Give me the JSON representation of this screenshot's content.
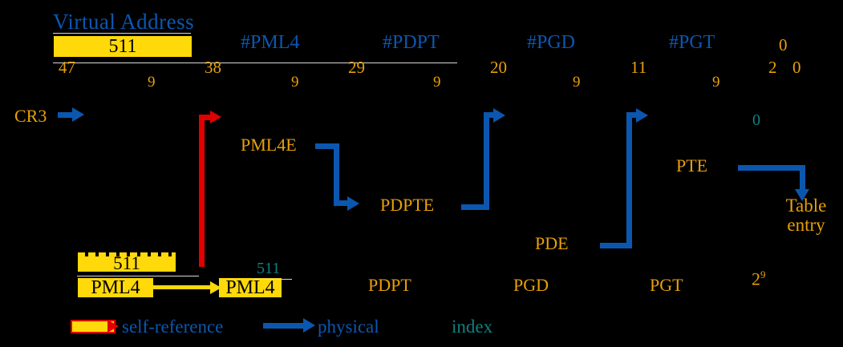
{
  "diagram": {
    "title": "Virtual Address",
    "address_box_value": "511",
    "bit_positions": [
      "47",
      "38",
      "29",
      "20",
      "11",
      "0"
    ],
    "bit_low": "2",
    "bit_low2": "0",
    "field_widths": [
      "9",
      "9",
      "9",
      "9",
      "9"
    ],
    "field_names": [
      "#PML4",
      "#PDPT",
      "#PGD",
      "#PGT"
    ],
    "registers": {
      "cr3": "CR3"
    },
    "entries": [
      "PML4E",
      "PDPTE",
      "PDE",
      "PTE"
    ],
    "tables": [
      "PML4",
      "PDPT",
      "PGD",
      "PGT"
    ],
    "self_ref_box": "511",
    "self_ref_table_left": "PML4",
    "self_ref_table_right": "PML4",
    "index_labels": {
      "self_ref": "511",
      "zero": "0"
    },
    "result": {
      "line1": "Table",
      "line2": "entry"
    },
    "entry_count": "2",
    "entry_count_exp": "9",
    "legend": {
      "self_reference": "self-reference",
      "physical": "physical",
      "index": "index"
    },
    "colors": {
      "background": "#000000",
      "gold": "#e8a00a",
      "yellow_box": "#ffd90a",
      "blue_arrow": "#0b57b0",
      "red_arrow": "#e00000",
      "teal": "#108080",
      "white": "#ffffff"
    }
  }
}
